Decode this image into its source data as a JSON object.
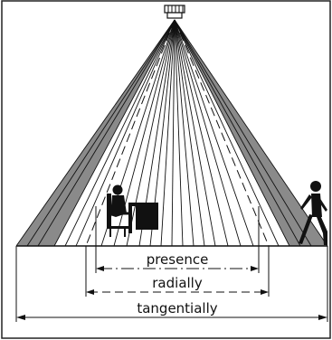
{
  "labels": {
    "presence": "presence",
    "radially": "radially",
    "tangentially": "tangentially"
  },
  "colors": {
    "line": "#111111",
    "shade": "#8a8a8a",
    "background": "#ffffff"
  },
  "icons": {
    "sensor": "ceiling-sensor-icon",
    "seated_person": "seated-person-icon",
    "walking_person": "walking-person-icon"
  }
}
